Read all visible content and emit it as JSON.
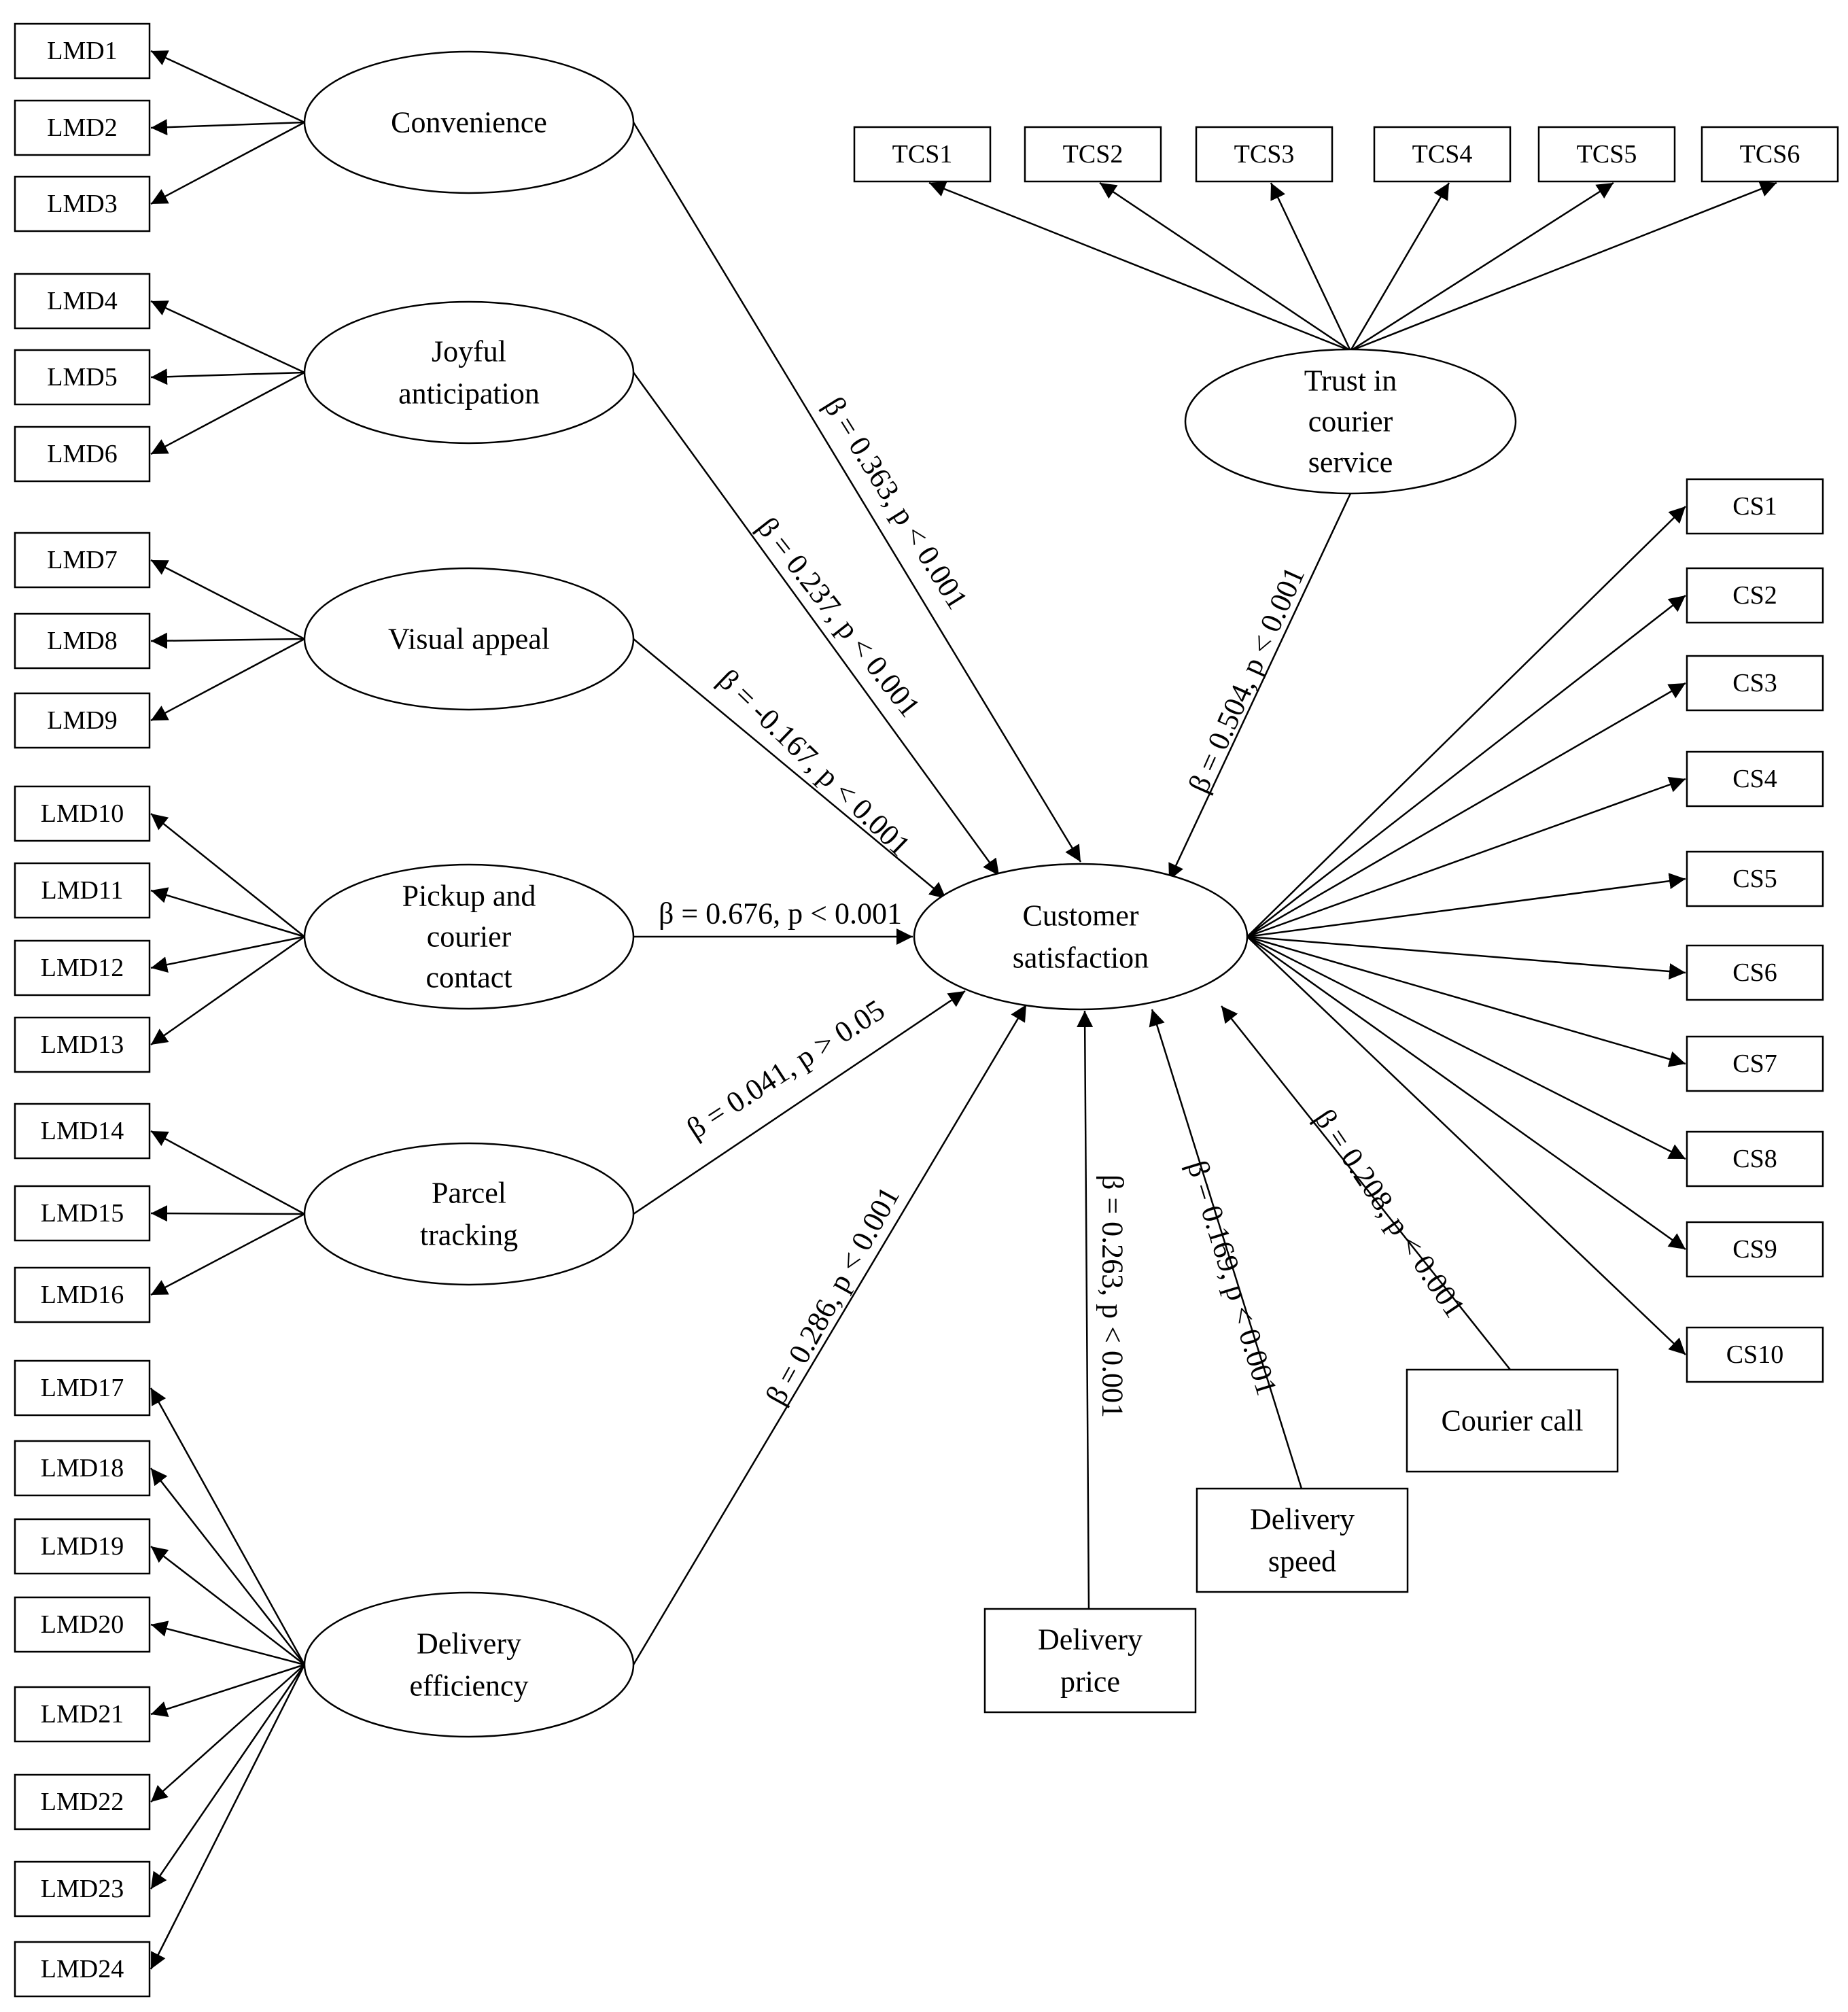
{
  "indicators": {
    "LMD1": "LMD1",
    "LMD2": "LMD2",
    "LMD3": "LMD3",
    "LMD4": "LMD4",
    "LMD5": "LMD5",
    "LMD6": "LMD6",
    "LMD7": "LMD7",
    "LMD8": "LMD8",
    "LMD9": "LMD9",
    "LMD10": "LMD10",
    "LMD11": "LMD11",
    "LMD12": "LMD12",
    "LMD13": "LMD13",
    "LMD14": "LMD14",
    "LMD15": "LMD15",
    "LMD16": "LMD16",
    "LMD17": "LMD17",
    "LMD18": "LMD18",
    "LMD19": "LMD19",
    "LMD20": "LMD20",
    "LMD21": "LMD21",
    "LMD22": "LMD22",
    "LMD23": "LMD23",
    "LMD24": "LMD24",
    "TCS1": "TCS1",
    "TCS2": "TCS2",
    "TCS3": "TCS3",
    "TCS4": "TCS4",
    "TCS5": "TCS5",
    "TCS6": "TCS6",
    "CS1": "CS1",
    "CS2": "CS2",
    "CS3": "CS3",
    "CS4": "CS4",
    "CS5": "CS5",
    "CS6": "CS6",
    "CS7": "CS7",
    "CS8": "CS8",
    "CS9": "CS9",
    "CS10": "CS10"
  },
  "constructs": {
    "convenience": [
      "Convenience"
    ],
    "joyful": [
      "Joyful",
      "anticipation"
    ],
    "visual": [
      "Visual  appeal"
    ],
    "pickup": [
      "Pickup  and",
      "courier",
      "contact"
    ],
    "tracking": [
      "Parcel",
      "tracking"
    ],
    "efficiency": [
      "Delivery",
      "efficiency"
    ],
    "trust": [
      "Trust  in",
      "courier",
      "service"
    ],
    "satisfaction": [
      "Customer",
      "satisfaction"
    ]
  },
  "observed": {
    "courier_call": [
      "Courier  call"
    ],
    "speed": [
      "Delivery",
      "speed"
    ],
    "price": [
      "Delivery",
      "price"
    ]
  },
  "paths": {
    "convenience": "β = 0.363, p < 0.001",
    "joyful": "β = 0.237, p < 0.001",
    "visual": "β = -0.167, p < 0.001",
    "pickup": "β = 0.676, p < 0.001",
    "tracking": "β = 0.041, p > 0.05",
    "efficiency": "β = 0.286, p < 0.001",
    "trust": "β = 0.504, p < 0.001",
    "courier_call": "β = 0.208, p < 0.001",
    "speed": "β = 0.169, p < 0.001",
    "price": "β = 0.263, p < 0.001"
  }
}
